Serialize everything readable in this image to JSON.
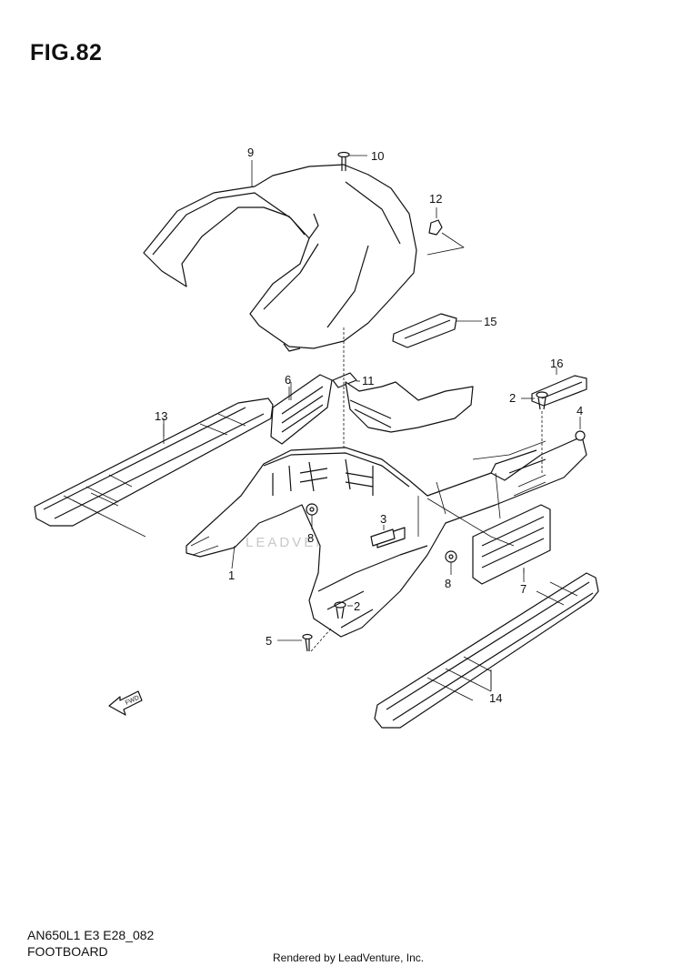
{
  "figure": {
    "title": "FIG.82"
  },
  "callouts": [
    {
      "id": "c9",
      "label": "9"
    },
    {
      "id": "c10",
      "label": "10"
    },
    {
      "id": "c12",
      "label": "12"
    },
    {
      "id": "c15",
      "label": "15"
    },
    {
      "id": "c6",
      "label": "6"
    },
    {
      "id": "c11",
      "label": "11"
    },
    {
      "id": "c16",
      "label": "16"
    },
    {
      "id": "c13",
      "label": "13"
    },
    {
      "id": "c2a",
      "label": "2"
    },
    {
      "id": "c4",
      "label": "4"
    },
    {
      "id": "c3",
      "label": "3"
    },
    {
      "id": "c8a",
      "label": "8"
    },
    {
      "id": "c1",
      "label": "1"
    },
    {
      "id": "c8b",
      "label": "8"
    },
    {
      "id": "c7",
      "label": "7"
    },
    {
      "id": "c2b",
      "label": "2"
    },
    {
      "id": "c5",
      "label": "5"
    },
    {
      "id": "c14",
      "label": "14"
    }
  ],
  "fwd_arrow": {
    "label": "FWD"
  },
  "watermark": "LEADVENTURE",
  "footer": {
    "model_code": "AN650L1 E3 E28_082",
    "section_name": "FOOTBOARD",
    "rendered_by": "Rendered by LeadVenture, Inc."
  }
}
